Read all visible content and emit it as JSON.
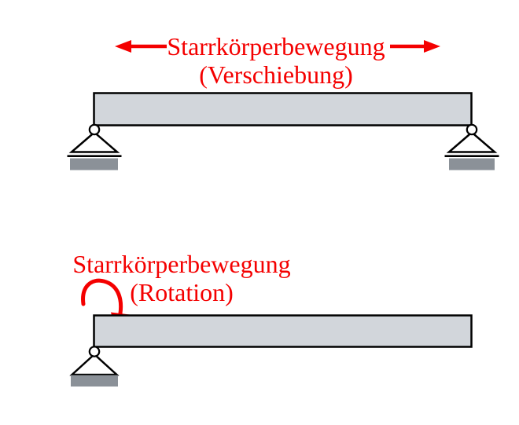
{
  "page": {
    "background": "#ffffff"
  },
  "colors": {
    "background": "#ffffff",
    "label_red": "#f40000",
    "arrow_red": "#f40000",
    "beam_fill": "#d2d6db",
    "outline_black": "#000000",
    "ground_fill": "#8b9198",
    "pin_fill": "#ffffff"
  },
  "figures": {
    "translation": {
      "title": "Starrkörperbewegung",
      "subtitle": "(Verschiebung)",
      "support_left": "roller-support",
      "support_right": "roller-support"
    },
    "rotation": {
      "title": "Starrkörperbewegung",
      "subtitle": "(Rotation)",
      "support_left": "pin-support"
    }
  }
}
